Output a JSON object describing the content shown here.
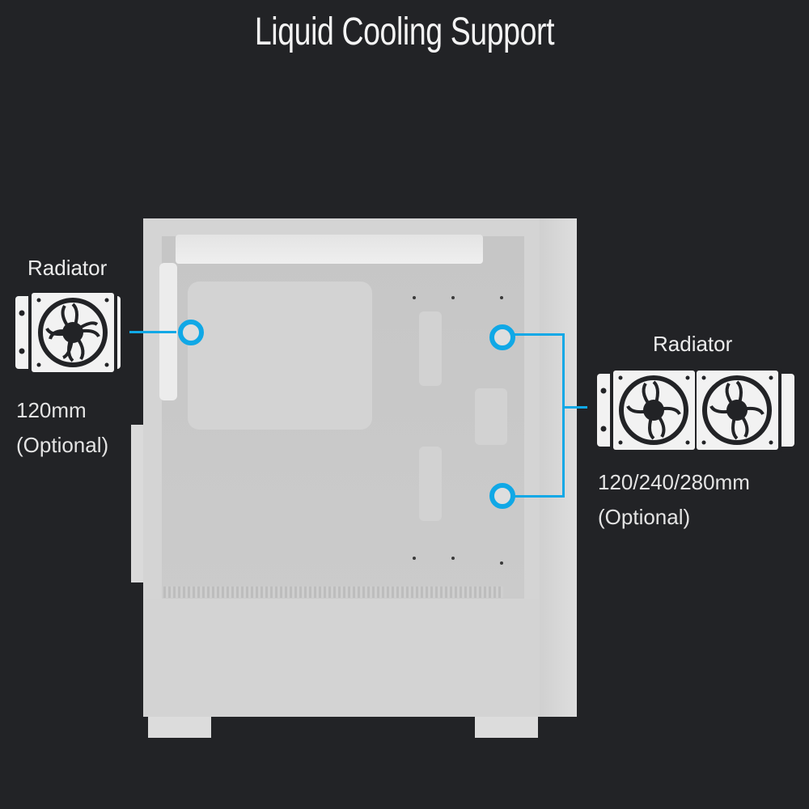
{
  "title": "Liquid Cooling Support",
  "accent_color": "#10a8e6",
  "background_color": "#222326",
  "left_callout": {
    "label": "Radiator",
    "icon": "single-fan-radiator-icon",
    "size": "120mm",
    "note": "(Optional)"
  },
  "right_callout": {
    "label": "Radiator",
    "icon": "dual-fan-radiator-icon",
    "size": "120/240/280mm",
    "note": "(Optional)"
  },
  "product_image": "white-pc-case-side-view"
}
